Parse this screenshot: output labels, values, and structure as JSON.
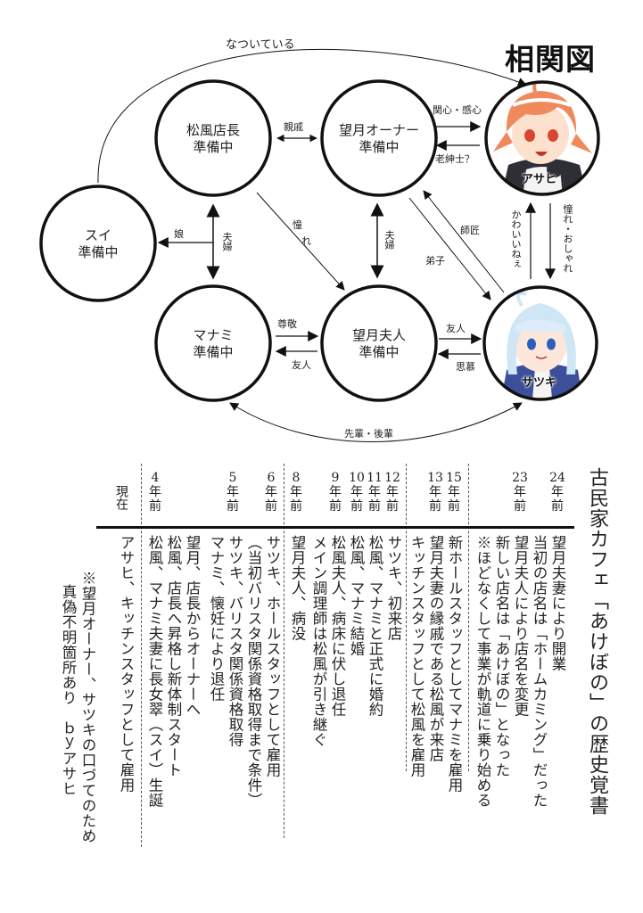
{
  "diagram": {
    "title": "相関図",
    "nodes": {
      "matsukaze": {
        "name": "松風店長",
        "status": "準備中"
      },
      "owner": {
        "name": "望月オーナー",
        "status": "準備中"
      },
      "asahi": {
        "name": "アサヒ"
      },
      "sui": {
        "name": "スイ",
        "status": "準備中"
      },
      "manami": {
        "name": "マナミ",
        "status": "準備中"
      },
      "wife": {
        "name": "望月夫人",
        "status": "準備中"
      },
      "satsuki": {
        "name": "サツキ"
      }
    },
    "relations": {
      "sui_to_asahi": "なついている",
      "matsukaze_owner": "親戚",
      "asahi_interest": "関心・感心",
      "asahi_gentleman": "老紳士？",
      "daughter": "娘",
      "couple_left": "夫婦",
      "longing_left": "憧れ",
      "couple_center": "夫婦",
      "master": "師匠",
      "disciple": "弟子",
      "cute": "かわいいねぇ",
      "admire_fashion": "憧れ・おしゃれ",
      "respect": "尊敬",
      "friend_left": "友人",
      "friend_right": "友人",
      "adoration": "思慕",
      "senpai_kohai": "先輩・後輩"
    },
    "colors": {
      "line": "#111111",
      "asahi_hair": "#f08a5d",
      "satsuki_hair": "#cfe6f5",
      "satsuki_outfit": "#3d4f9a"
    }
  },
  "timeline": {
    "title": "古民家カフェ「あけぼの」の歴史覚書",
    "years": [
      {
        "num": "24",
        "suffix": "年前"
      },
      {
        "num": "23",
        "suffix": "年前"
      },
      {
        "num": "15",
        "suffix": "年前"
      },
      {
        "num": "13",
        "suffix": "年前"
      },
      {
        "num": "12",
        "suffix": "年前"
      },
      {
        "num": "11",
        "suffix": "年前"
      },
      {
        "num": "10",
        "suffix": "年前"
      },
      {
        "num": "9",
        "suffix": "年前"
      },
      {
        "num": "8",
        "suffix": "年前"
      },
      {
        "num": "6",
        "suffix": "年前"
      },
      {
        "num": "5",
        "suffix": "年前"
      },
      {
        "num": "4",
        "suffix": "年前"
      },
      {
        "num": "",
        "suffix": "現在"
      }
    ],
    "entries": [
      "望月夫妻により開業",
      "当初の店名は「ホームカミング」だった",
      "望月夫人により店名を変更",
      "新しい店名は「あけぼの」となった",
      "※ほどなくして事業が軌道に乗り始める",
      "新ホールスタッフとしてマナミを雇用",
      "望月夫妻の縁戚である松風が来店",
      "キッチンスタッフとして松風を雇用",
      "サツキ、初来店",
      "松風、マナミと正式に婚約",
      "松風、マナミ結婚",
      "松風夫人、病床に伏し退任",
      "メイン調理師は松風が引き継ぐ",
      "望月夫人、病没",
      "サツキ、ホールスタッフとして雇用",
      "（当初バリスタ関係資格取得まで条件）",
      "サツキ、バリスタ関係資格取得",
      "マナミ、懐妊により退任",
      "望月、店長からオーナーへ",
      "松風、店長へ昇格し新体制スタート",
      "松風、マナミ夫妻に長女翠（スイ）生誕",
      "アサヒ、キッチンスタッフとして雇用"
    ],
    "note_line1": "※望月オーナー、サツキの口づてのため",
    "note_line2": "真偽不明箇所あり　ｂｙアサヒ"
  }
}
